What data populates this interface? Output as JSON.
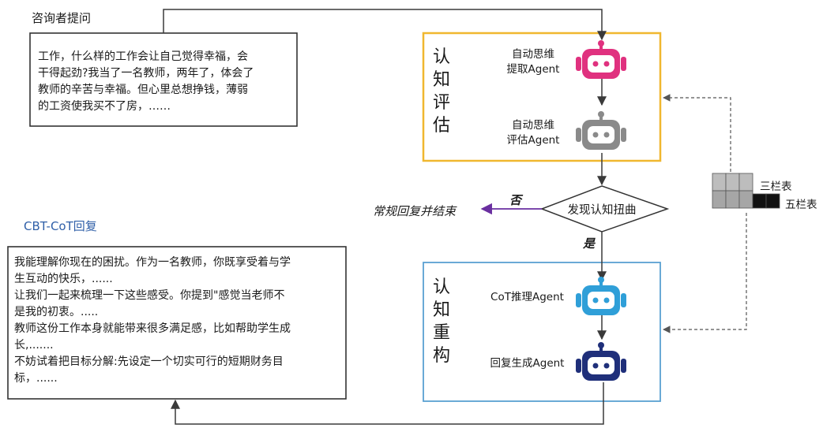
{
  "question": {
    "title": "咨询者提问",
    "text": "工作，什么样的工作会让自己觉得幸福，会\n干得起劲?我当了一名教师，两年了，体会了\n教师的辛苦与幸福。但心里总想挣钱，薄弱\n的工资使我买不了房，……"
  },
  "reply": {
    "title": "CBT-CoT回复",
    "text": "我能理解你现在的困扰。作为一名教师，你既享受着与学\n生互动的快乐，......\n让我们一起来梳理一下这些感受。你提到\"感觉当老师不\n是我的初衷。.....\n教师这份工作本身就能带来很多满足感，比如帮助学生成\n长,.......\n不妨试着把目标分解:先设定一个切实可行的短期财务目\n标，......"
  },
  "assessment": {
    "title": "认知评估",
    "border_color": "#f0b72f",
    "agents": [
      {
        "label": "自动思维\n提取Agent",
        "icon": "robot-icon",
        "color": "#e0317f"
      },
      {
        "label": "自动思维\n评估Agent",
        "icon": "robot-icon",
        "color": "#8a8a8a"
      }
    ]
  },
  "reconstruction": {
    "title": "认知重构",
    "border_color": "#5aa0d2",
    "agents": [
      {
        "label": "CoT推理Agent",
        "icon": "robot-icon",
        "color": "#2f9fd8"
      },
      {
        "label": "回复生成Agent",
        "icon": "robot-icon",
        "color": "#1f2f7a"
      }
    ]
  },
  "decision": {
    "label": "发现认知扭曲",
    "no_label": "否",
    "yes_label": "是",
    "no_outcome": "常规回复并结束",
    "no_color": "#6a2fa0"
  },
  "legend": {
    "three_col": "三栏表",
    "five_col": "五栏表"
  }
}
